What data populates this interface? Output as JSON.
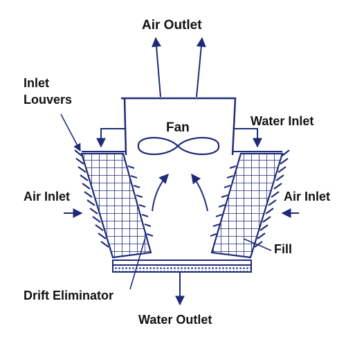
{
  "colors": {
    "ink": "#1e2a78",
    "text": "#111111",
    "background": "#ffffff"
  },
  "labels": {
    "air_outlet": "Air Outlet",
    "inlet_louvers_1": "Inlet",
    "inlet_louvers_2": "Louvers",
    "water_inlet": "Water Inlet",
    "fan": "Fan",
    "air_inlet_left": "Air Inlet",
    "air_inlet_right": "Air Inlet",
    "fill": "Fill",
    "drift_eliminator": "Drift Eliminator",
    "water_outlet": "Water Outlet"
  }
}
